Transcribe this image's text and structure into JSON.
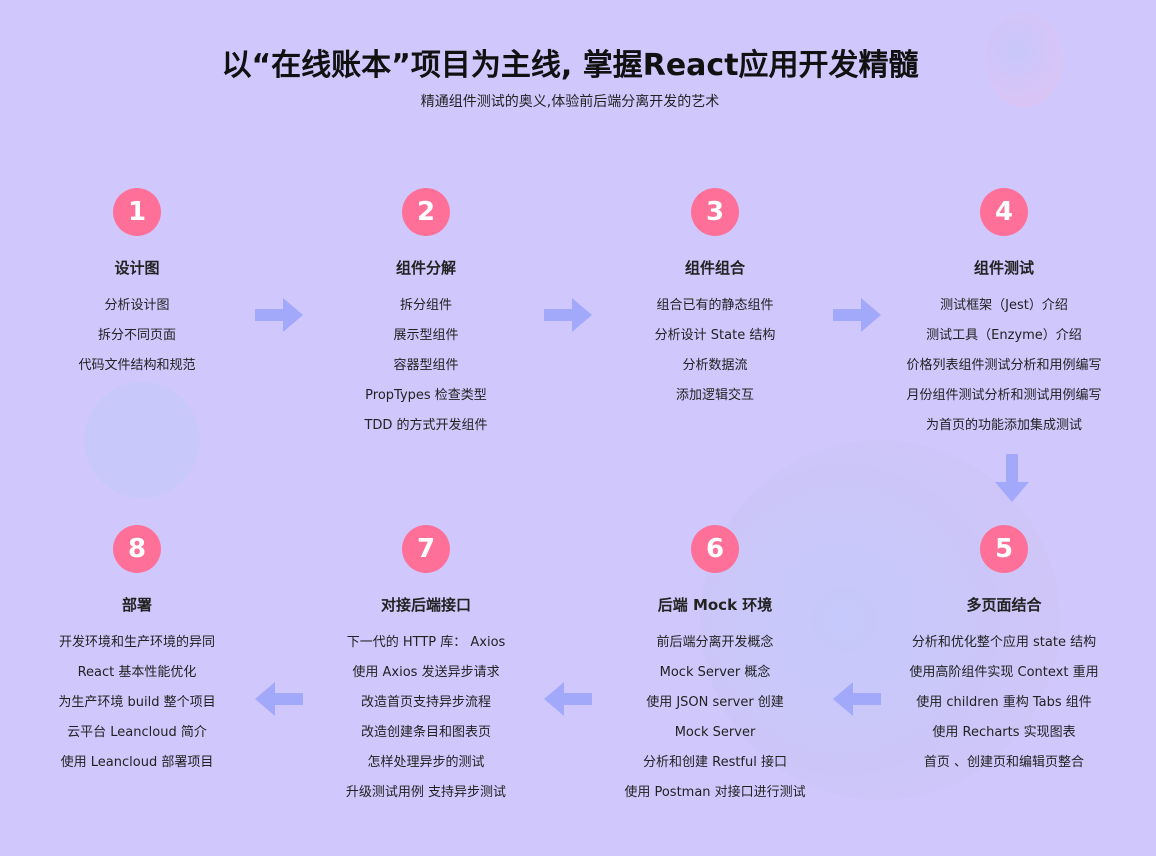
{
  "header": {
    "title": "以“在线账本”项目为主线, 掌握React应用开发精髓",
    "subtitle": "精通组件测试的奥义,体验前后端分离开发的艺术"
  },
  "colors": {
    "background": "#d0c8fc",
    "badge": "#ff7099",
    "arrow": "#a2a8fa"
  },
  "steps": [
    {
      "num": "1",
      "title": "设计图",
      "items": [
        "分析设计图",
        "拆分不同页面",
        "代码文件结构和规范"
      ]
    },
    {
      "num": "2",
      "title": "组件分解",
      "items": [
        "拆分组件",
        "展示型组件",
        "容器型组件",
        "PropTypes 检查类型",
        "TDD 的方式开发组件"
      ]
    },
    {
      "num": "3",
      "title": "组件组合",
      "items": [
        "组合已有的静态组件",
        "分析设计 State 结构",
        "分析数据流",
        "添加逻辑交互"
      ]
    },
    {
      "num": "4",
      "title": "组件测试",
      "items": [
        "测试框架（Jest）介绍",
        "测试工具（Enzyme）介绍",
        "价格列表组件测试分析和用例编写",
        "月份组件测试分析和测试用例编写",
        "为首页的功能添加集成测试"
      ]
    },
    {
      "num": "5",
      "title": "多页面结合",
      "items": [
        "分析和优化整个应用 state 结构",
        "使用高阶组件实现 Context 重用",
        "使用 children 重构 Tabs 组件",
        "使用 Recharts 实现图表",
        "首页 、创建页和编辑页整合"
      ]
    },
    {
      "num": "6",
      "title": "后端 Mock 环境",
      "items": [
        "前后端分离开发概念",
        "Mock Server 概念",
        "使用 JSON server 创建",
        "Mock Server",
        "分析和创建 Restful 接口",
        "使用 Postman 对接口进行测试"
      ]
    },
    {
      "num": "7",
      "title": "对接后端接口",
      "items": [
        "下一代的 HTTP 库： Axios",
        "使用 Axios 发送异步请求",
        "改造首页支持异步流程",
        "改造创建条目和图表页",
        "怎样处理异步的测试",
        "升级测试用例 支持异步测试"
      ]
    },
    {
      "num": "8",
      "title": "部署",
      "items": [
        "开发环境和生产环境的异同",
        "React 基本性能优化",
        "为生产环境 build 整个项目",
        "云平台 Leancloud 简介",
        "使用 Leancloud 部署项目"
      ]
    }
  ]
}
